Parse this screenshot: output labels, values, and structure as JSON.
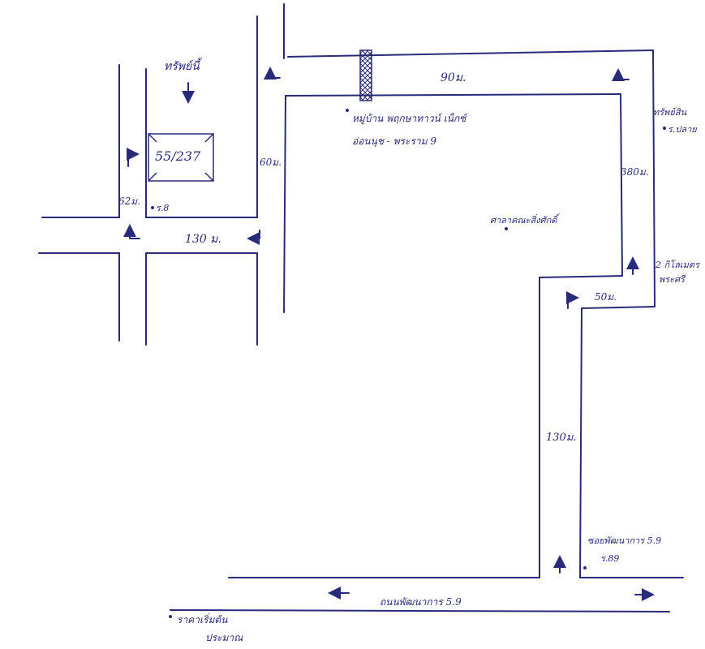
{
  "map": {
    "labels": {
      "house_number": "55/237",
      "target_label": "ทรัพย์นี้",
      "lane_label": "ร.8",
      "dist_62": "62ม.",
      "dist_130_left": "130 ม.",
      "dist_60": "60ม.",
      "dist_90": "90ม.",
      "village_line1": "หมู่บ้าน พฤกษาทาวน์ เน็กซ์",
      "village_line2": "อ่อนนุช - พระราม 9",
      "dist_380": "380ม.",
      "right_top_line1": "ทรัพย์สิน",
      "right_top_line2": "ร.ปลาย",
      "center_landmark": "ศาลาคณะสิ่งศักดิ์",
      "right_mid_line1": "2 กิโลเมตร",
      "right_mid_line2": "พระศรี",
      "dist_50": "50ม.",
      "dist_130_bottom": "130ม.",
      "corner_line1": "ซอยพัฒนาการ 5.9",
      "corner_line2": "ร.89",
      "main_road": "ถนนพัฒนาการ 5.9",
      "bottom_left_line1": "ราคาเริ่มต้น",
      "bottom_left_line2": "ประมาณ"
    },
    "colors": {
      "ink": "#2a2a7a",
      "background": "#ffffff"
    }
  }
}
